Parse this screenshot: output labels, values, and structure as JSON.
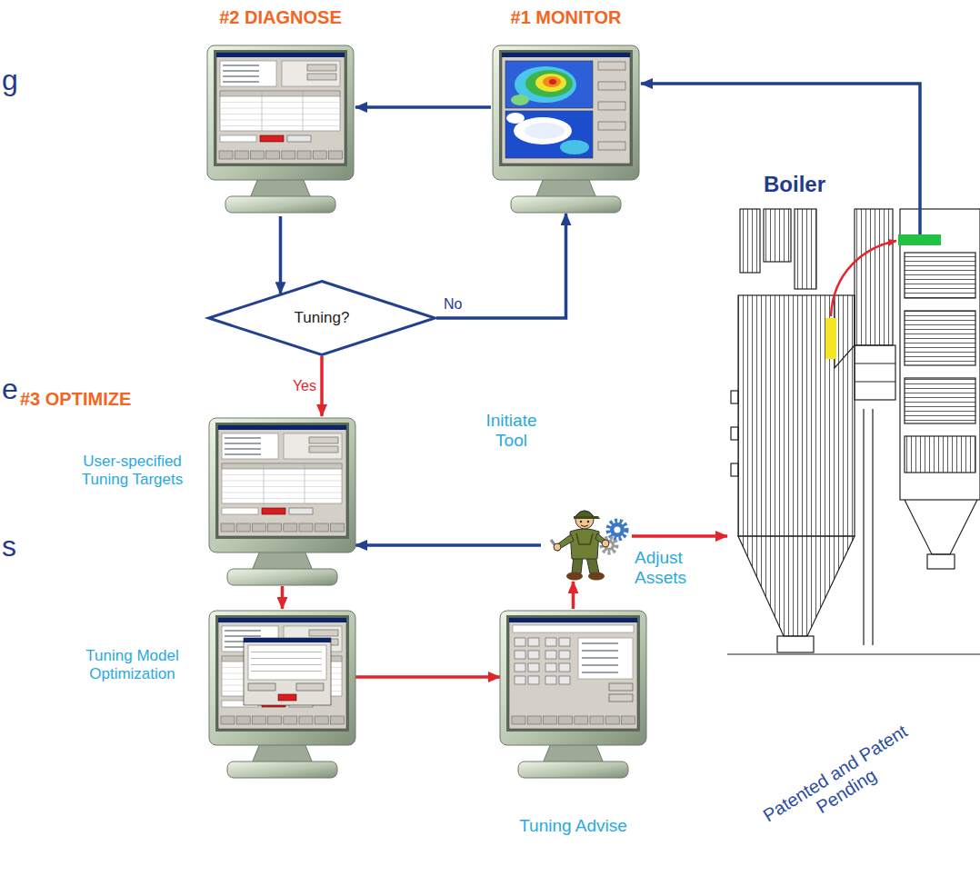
{
  "diagram": {
    "nodes": [
      {
        "text": [
          "#2 DIAGNOSE"
        ]
      },
      {
        "text": [
          "#1 MONITOR"
        ]
      },
      {
        "text": [
          "Boiler"
        ]
      },
      {
        "text": [
          "Tuning?"
        ]
      },
      {
        "text": [
          "#3 OPTIMIZE",
          "User-specified Tuning Targets"
        ]
      },
      {
        "text": [
          "Adjust Assets"
        ]
      },
      {
        "text": [
          "Tuning Model Optimization"
        ]
      },
      {
        "text": [
          "Tuning Advise"
        ]
      }
    ],
    "edges": [
      {
        "from": 2,
        "to": 1,
        "arrow": "to"
      },
      {
        "from": 1,
        "to": 0,
        "arrow": "to"
      },
      {
        "from": 0,
        "to": 3,
        "arrow": "to"
      },
      {
        "from": 3,
        "to": 1,
        "label": "No",
        "arrow": "to"
      },
      {
        "from": 3,
        "to": 4,
        "label": "Yes",
        "arrow": "to"
      },
      {
        "from": 5,
        "to": 4,
        "label": "Initiate Tool",
        "arrow": "to"
      },
      {
        "from": 5,
        "to": 2,
        "arrow": "to"
      },
      {
        "from": 4,
        "to": 6,
        "arrow": "to"
      },
      {
        "from": 6,
        "to": 7,
        "arrow": "to"
      },
      {
        "from": 7,
        "to": 5,
        "arrow": "to"
      }
    ],
    "labels": [
      "g",
      "e",
      "s",
      "Patented and Patent Pending"
    ]
  }
}
